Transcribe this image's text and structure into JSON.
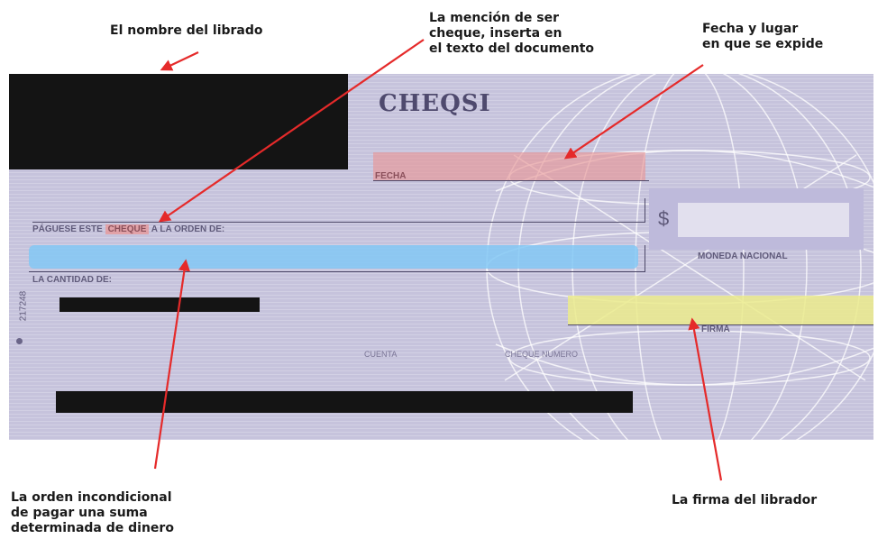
{
  "annotations": {
    "drawee_name": "El nombre del librado",
    "cheque_mention": "La mención de ser\ncheque, inserta en\nel texto del documento",
    "date_place": "Fecha y lugar\nen que se expide",
    "unconditional_order": "La orden incondicional\nde pagar una suma\ndeterminada de dinero",
    "drawer_signature": "La firma del librador"
  },
  "check": {
    "brand": "CHEQSI",
    "date_label": "FECHA",
    "pay_to_prefix": "PÁGUESE ESTE ",
    "pay_to_word": "CHEQUE",
    "pay_to_suffix": " A LA ORDEN DE:",
    "amount_label": "LA CANTIDAD DE:",
    "currency_symbol": "$",
    "currency_label": "MONEDA NACIONAL",
    "signature_label": "FIRMA",
    "account_label": "CUENTA",
    "check_number_label": "CHEQUE NUMERO",
    "serial_number": "217248"
  },
  "colors": {
    "check_background": "#c6c3dc",
    "highlight_red": "#e89696",
    "highlight_blue": "#82c8f5",
    "highlight_yellow": "#ebeb8c",
    "arrow": "#e52a2a",
    "redaction": "#141414"
  }
}
